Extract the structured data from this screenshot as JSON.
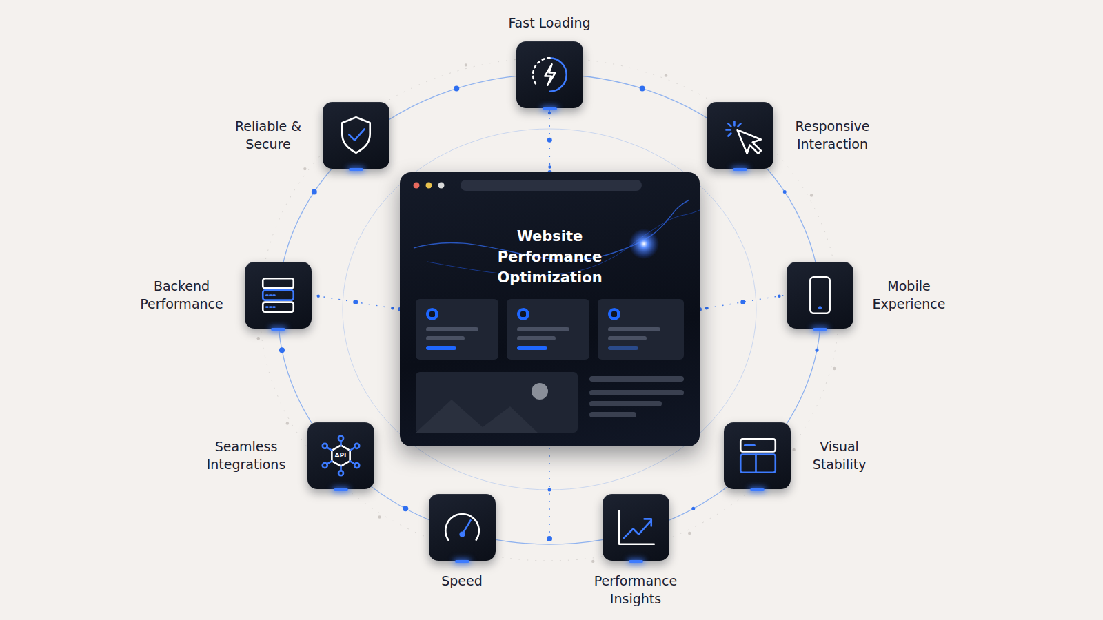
{
  "diagram": {
    "nodes": [
      {
        "text": [
          "Website Performance Optimization"
        ]
      },
      {
        "text": [
          "Fast Loading"
        ]
      },
      {
        "text": [
          "Responsive Interaction"
        ]
      },
      {
        "text": [
          "Mobile Experience"
        ]
      },
      {
        "text": [
          "Visual Stability"
        ]
      },
      {
        "text": [
          "Performance Insights"
        ]
      },
      {
        "text": [
          "Speed"
        ]
      },
      {
        "text": [
          "Seamless Integrations"
        ]
      },
      {
        "text": [
          "Backend Performance"
        ]
      },
      {
        "text": [
          "Reliable & Secure"
        ]
      }
    ],
    "edges": [
      {
        "from": 0,
        "to": 1,
        "arrow": "none"
      },
      {
        "from": 0,
        "to": 3,
        "arrow": "none"
      },
      {
        "from": 0,
        "to": 8,
        "arrow": "none"
      }
    ],
    "labels": [
      "API"
    ]
  }
}
